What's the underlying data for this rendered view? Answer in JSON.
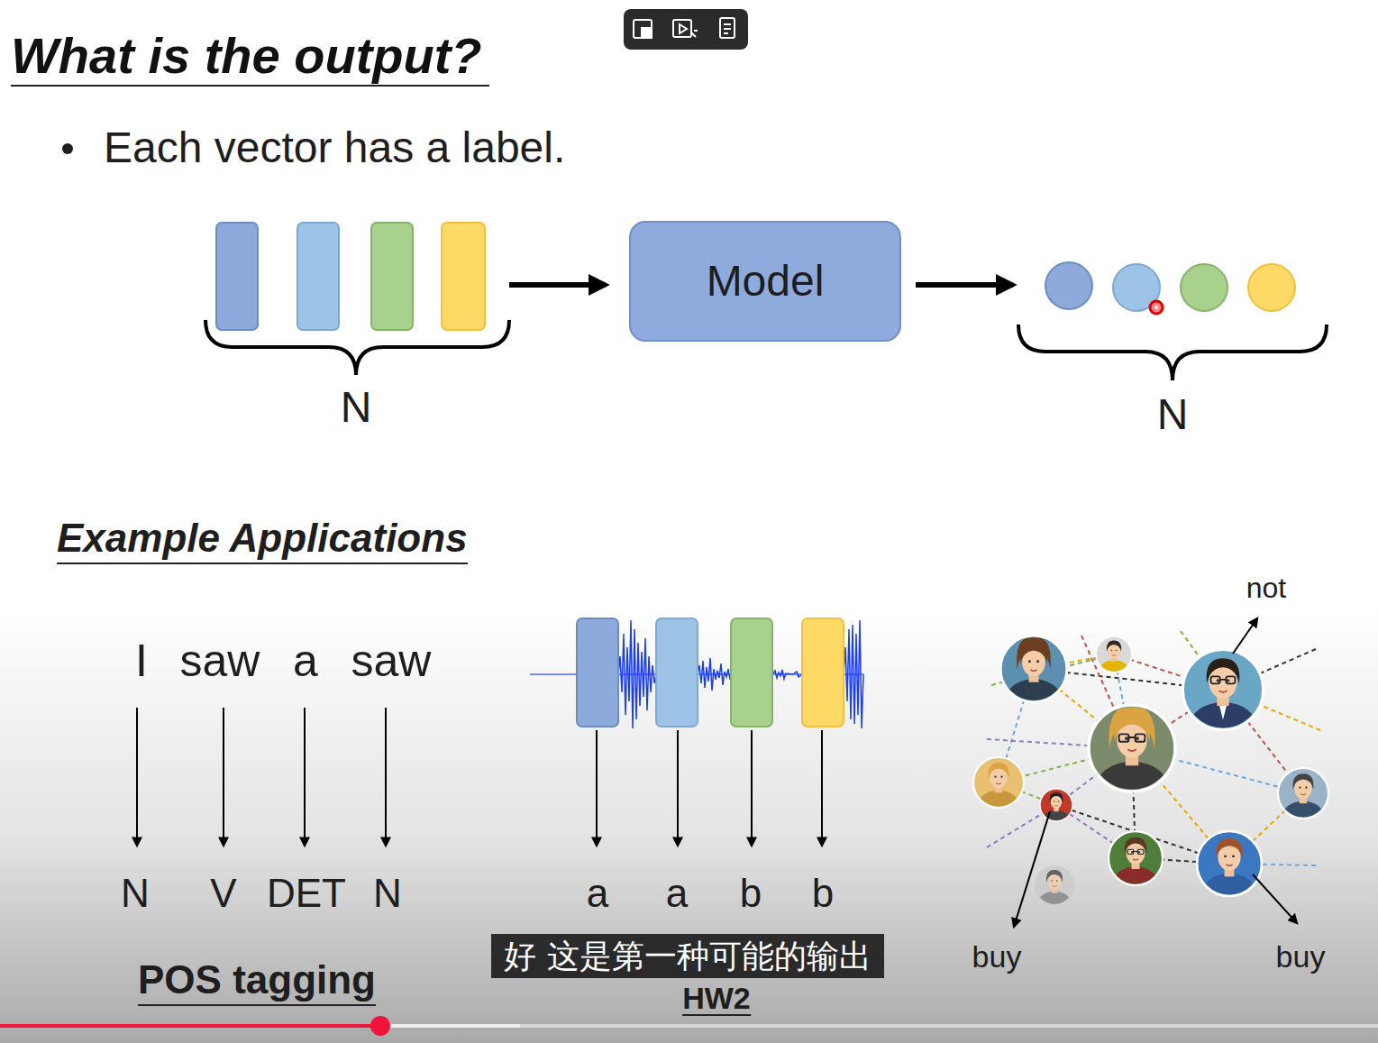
{
  "diagram": {
    "title": "What is the output?",
    "nodes": [
      {
        "text": [
          "Model"
        ]
      },
      {
        "text": [
          "好 这是第一种可能的输出"
        ]
      }
    ],
    "labels": [
      "Each vector has a label.",
      "N",
      "N",
      "Example Applications",
      "I",
      "saw",
      "a",
      "saw",
      "N",
      "V",
      "DET",
      "N",
      "POS tagging",
      "a",
      "a",
      "b",
      "b",
      "HW2",
      "not",
      "buy",
      "buy"
    ]
  }
}
